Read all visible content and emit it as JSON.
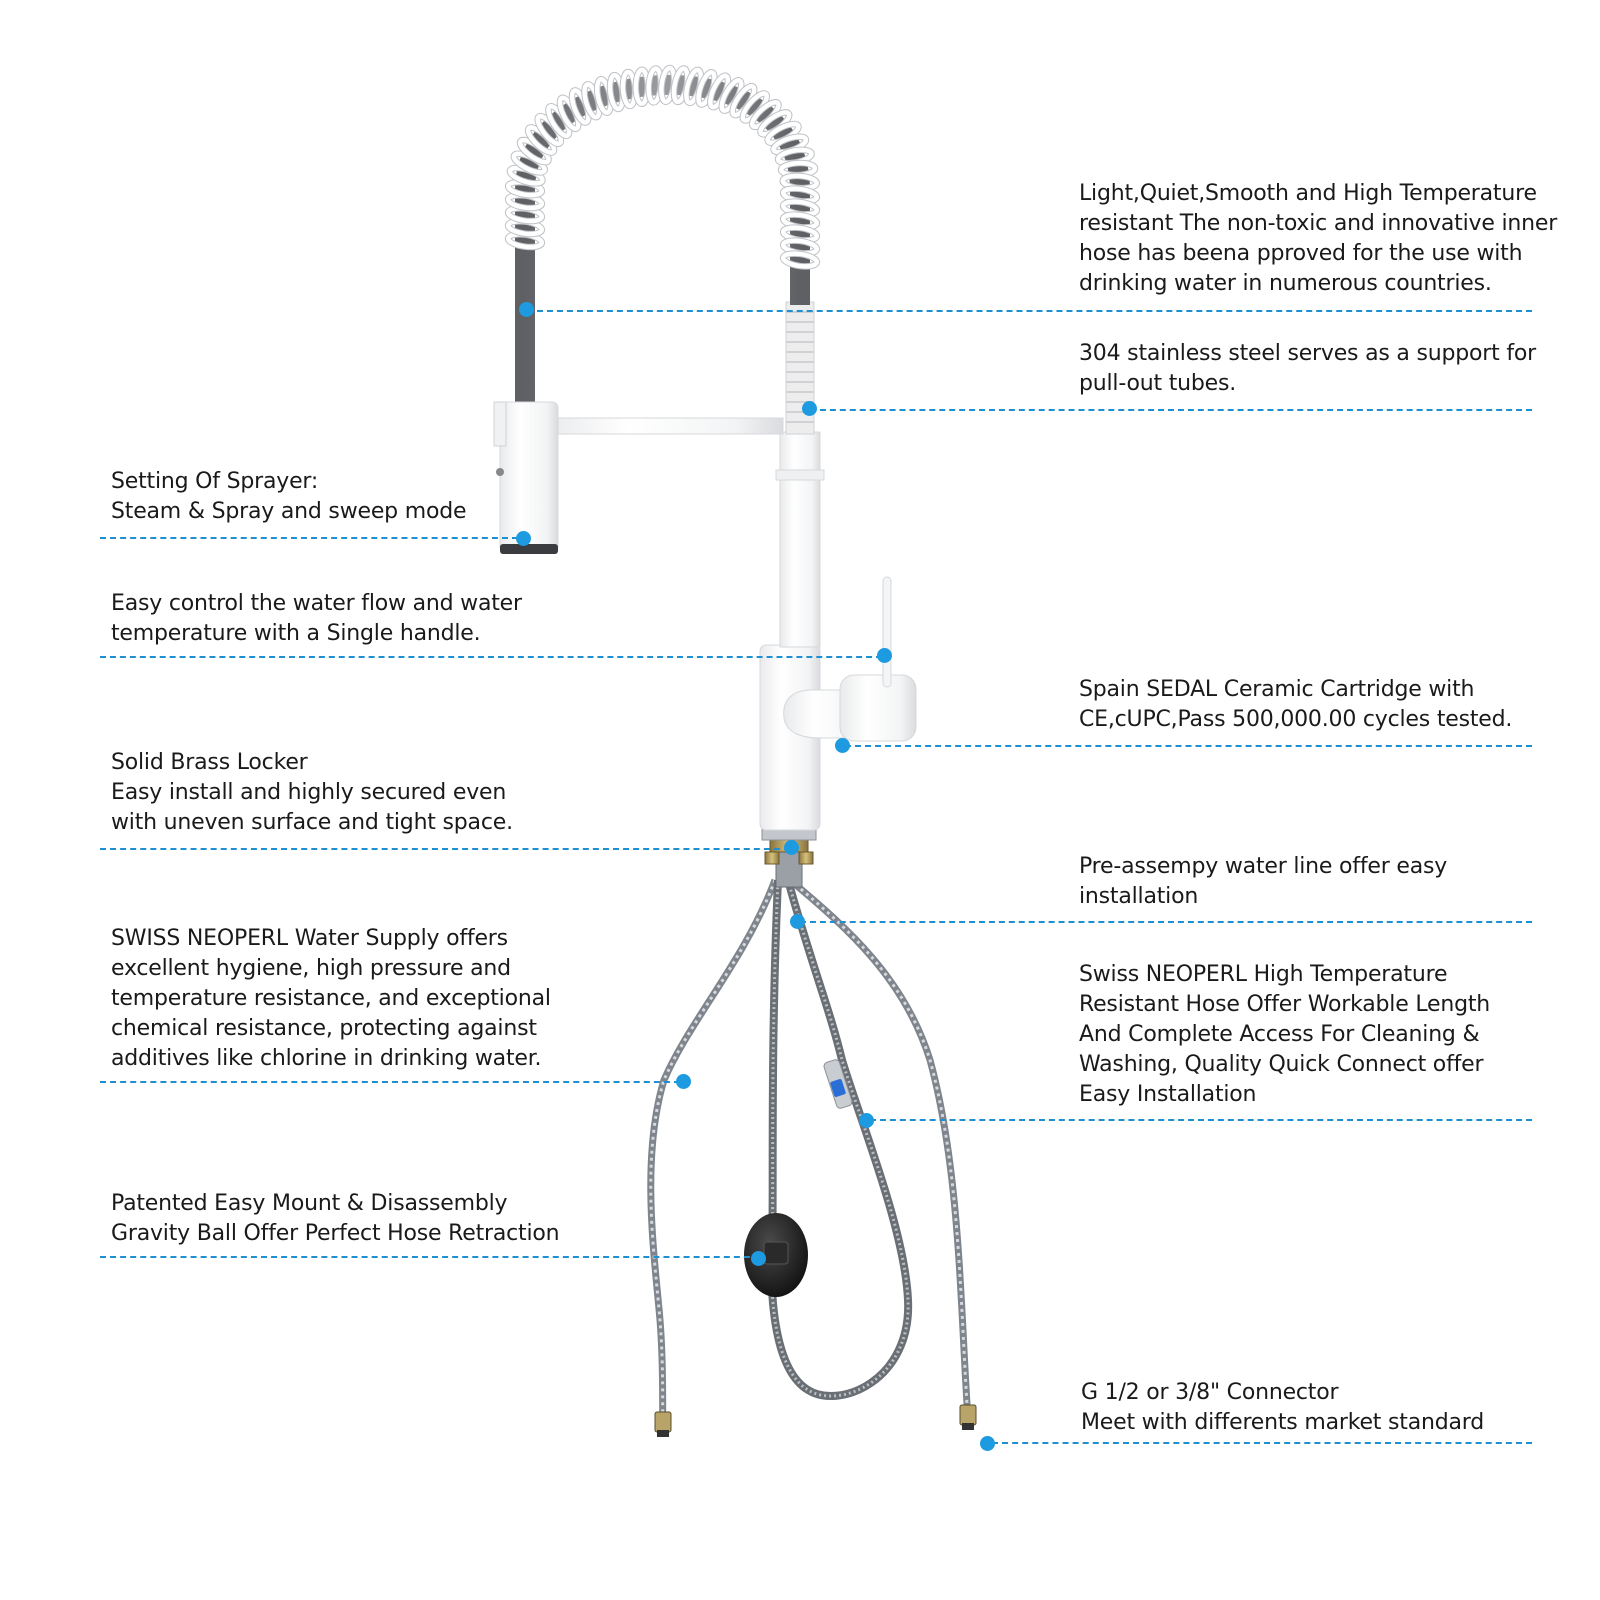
{
  "colors": {
    "accent": "#1e9be0",
    "leader": "#1e8fd0",
    "faucet_body": "#ffffff",
    "faucet_outline": "#d6d8db",
    "spring_shadow": "#7d7f82",
    "hose_steel": "#9aa0a6",
    "gravity_ball": "#1c1c1c"
  },
  "annotations": {
    "inner_hose": {
      "lines": [
        "Light,Quiet,Smooth and High Temperature",
        "resistant The non-toxic and innovative inner",
        "hose has beena pproved for the use with",
        "drinking water in numerous countries."
      ]
    },
    "stainless_support": {
      "lines": [
        "304 stainless steel serves as a support for",
        "pull-out tubes."
      ]
    },
    "sprayer_setting": {
      "lines": [
        "Setting Of Sprayer:",
        "Steam & Spray and sweep mode"
      ]
    },
    "single_handle": {
      "lines": [
        "Easy control the water flow and water",
        "temperature with a Single handle."
      ]
    },
    "ceramic_cartridge": {
      "lines": [
        "Spain SEDAL Ceramic Cartridge with",
        "CE,cUPC,Pass 500,000.00 cycles tested."
      ]
    },
    "brass_locker": {
      "lines": [
        "Solid Brass Locker",
        "Easy install and highly secured even",
        "with uneven surface and tight space."
      ]
    },
    "water_line": {
      "lines": [
        "Pre-assempy water line offer easy",
        "installation"
      ]
    },
    "water_supply": {
      "lines": [
        "SWISS NEOPERL Water Supply offers",
        "excellent hygiene, high pressure and",
        "temperature resistance, and exceptional",
        "chemical resistance, protecting against",
        "additives like chlorine in drinking water."
      ]
    },
    "neoperl_hose": {
      "lines": [
        "Swiss NEOPERL High Temperature",
        "Resistant Hose Offer Workable Length",
        "And Complete Access For Cleaning &",
        "Washing, Quality Quick Connect offer",
        "Easy Installation"
      ]
    },
    "gravity_ball": {
      "lines": [
        "Patented Easy Mount & Disassembly",
        "Gravity Ball Offer Perfect Hose Retraction"
      ]
    },
    "connector": {
      "lines": [
        "G 1/2 or 3/8\" Connector",
        "Meet with differents market standard"
      ]
    }
  },
  "icons": [
    "faucet-illustration",
    "spring-coil",
    "gravity-ball-icon",
    "hose-connector-icon"
  ]
}
